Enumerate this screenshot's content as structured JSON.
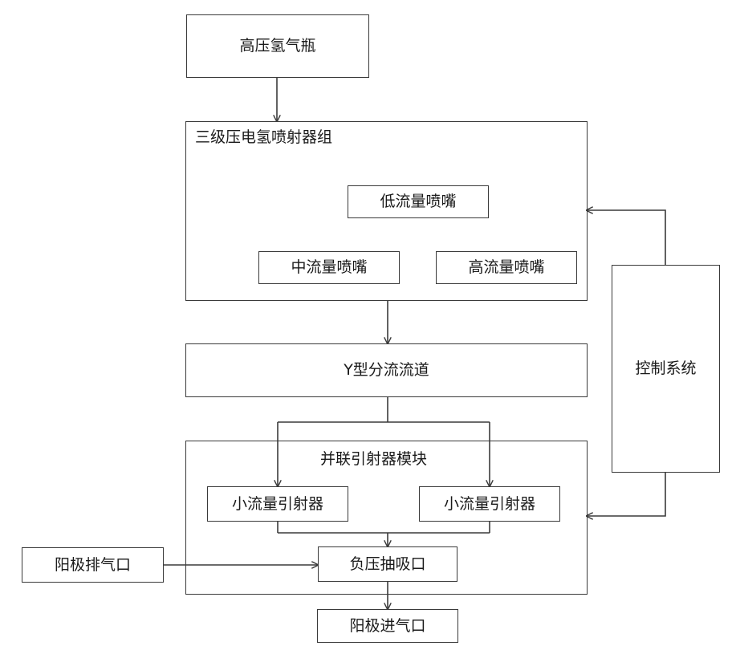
{
  "nodes": {
    "hydrogen_tank": "高压氢气瓶",
    "injector_group": "三级压电氢喷射器组",
    "low_nozzle": "低流量喷嘴",
    "mid_nozzle": "中流量喷嘴",
    "high_nozzle": "高流量喷嘴",
    "y_channel": "Y型分流流道",
    "control_system": "控制系统",
    "ejector_module": "并联引射器模块",
    "small_ejector_left": "小流量引射器",
    "small_ejector_right": "小流量引射器",
    "negative_pressure_port": "负压抽吸口",
    "anode_exhaust": "阳极排气口",
    "anode_inlet": "阳极进气口"
  },
  "colors": {
    "line": "#3a3a3a",
    "background": "#ffffff"
  }
}
